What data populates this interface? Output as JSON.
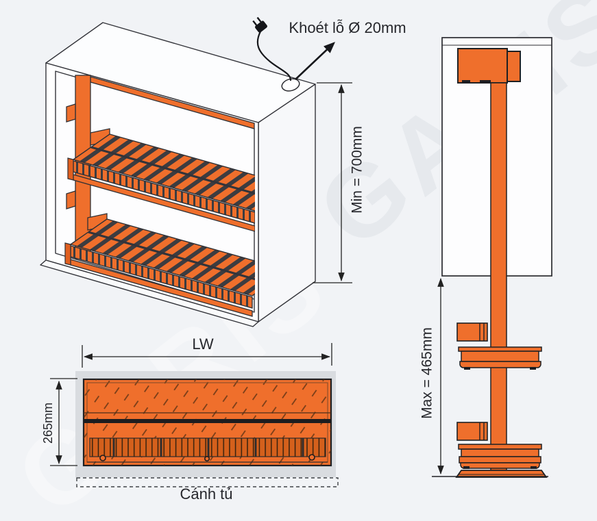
{
  "page": {
    "background": "#f1f3f6"
  },
  "watermark": {
    "text": "GARIS"
  },
  "colors": {
    "accent_orange": "#EF6F2C",
    "line_dark": "#2a2b30",
    "panel_gray": "#d9dce0",
    "label_text": "#26272c"
  },
  "annotations": {
    "hole_label": "Khoét lỗ Ø 20mm",
    "min_height_label": "Min = 700mm",
    "max_travel_label": "Max = 465mm",
    "width_label": "LW",
    "depth_label": "265mm",
    "door_label": "Cánh tủ"
  }
}
